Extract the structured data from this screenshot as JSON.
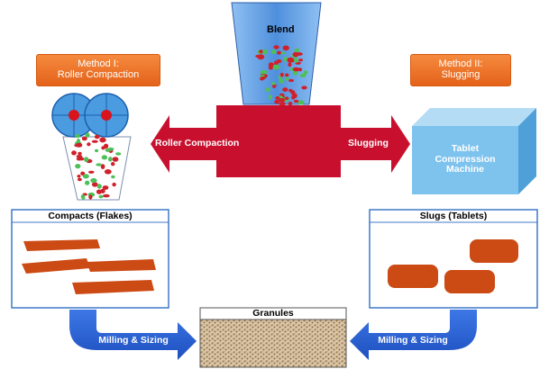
{
  "blend_label": "Blend",
  "method_1": {
    "line1": "Method I:",
    "line2": "Roller Compaction"
  },
  "method_2": {
    "line1": "Method II:",
    "line2": "Slugging"
  },
  "arrow_left_label": "Roller Compaction",
  "arrow_right_label": "Slugging",
  "machine": {
    "line1": "Tablet",
    "line2": "Compression",
    "line3": "Machine"
  },
  "compacts_label": "Compacts (Flakes)",
  "slugs_label": "Slugs (Tablets)",
  "granules_label": "Granules",
  "milling_left": "Milling & Sizing",
  "milling_right": "Milling & Sizing",
  "colors": {
    "red_block": "#c8102e",
    "orange_method": "#f07a2a",
    "blue_hopper": "#6fa8e6",
    "cube_blue": "#7ec3ee",
    "product_orange": "#cc4a14",
    "arrow_blue": "#2f66d6"
  },
  "icons": [
    "blend-hopper",
    "roller-compactor",
    "tablet-compression-cube",
    "milling-arrow"
  ]
}
